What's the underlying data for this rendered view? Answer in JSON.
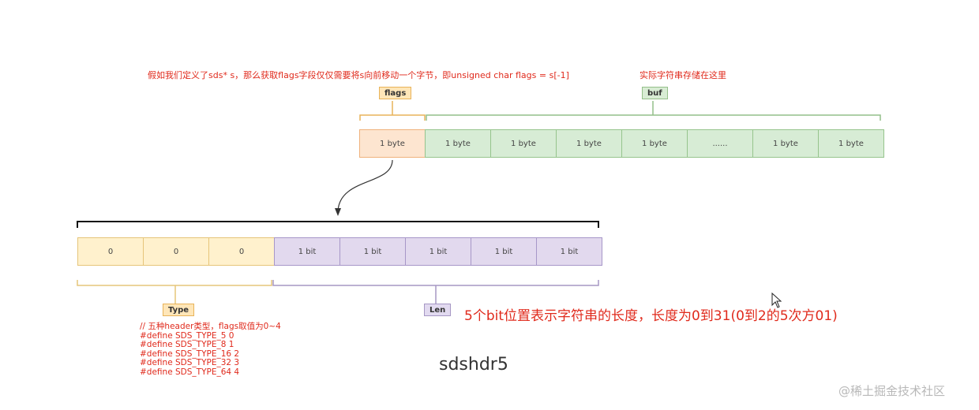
{
  "top_note": "假如我们定义了sds* s，那么获取flags字段仅仅需要将s向前移动一个字节，即unsigned char flags = s[-1]",
  "buf_note": "实际字符串存储在这里",
  "tags": {
    "flags": "flags",
    "buf": "buf",
    "type": "Type",
    "len": "Len"
  },
  "byte_row": [
    "1 byte",
    "1 byte",
    "1 byte",
    "1 byte",
    "1 byte",
    "......",
    "1 byte",
    "1 byte"
  ],
  "bit_row": [
    "0",
    "0",
    "0",
    "1 bit",
    "1 bit",
    "1 bit",
    "1 bit",
    "1 bit"
  ],
  "type_comment": [
    "// 五种header类型，flags取值为0~4",
    "#define SDS_TYPE_5  0",
    "#define SDS_TYPE_8  1",
    "#define SDS_TYPE_16 2",
    "#define SDS_TYPE_32 3",
    "#define SDS_TYPE_64 4"
  ],
  "len_note": "5个bit位置表示字符串的长度，长度为0到31(0到2的5次方01)",
  "caption": "sdshdr5",
  "watermark": "@稀土掘金技术社区",
  "colors": {
    "red_text": "#e02a1c",
    "flags_orange": "#fde5d0",
    "buf_green": "#d7ecd5",
    "type_yellow": "#fff1cd",
    "len_purple": "#e2d9ee"
  }
}
